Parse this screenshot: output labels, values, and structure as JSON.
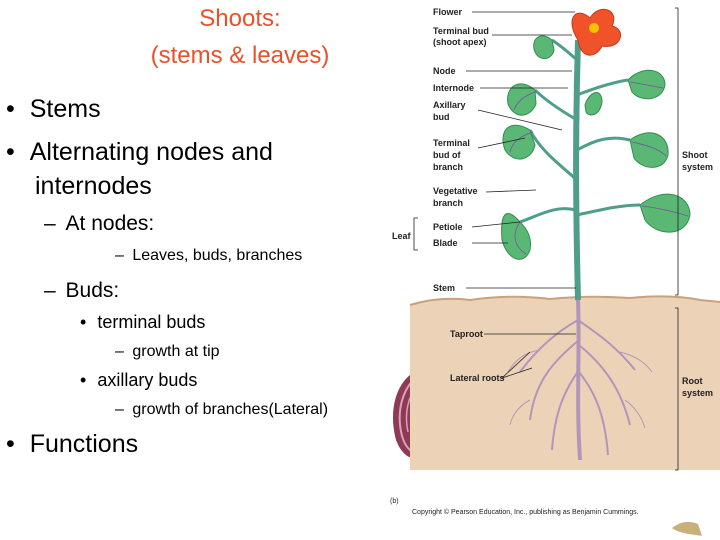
{
  "title": {
    "line1": "Shoots:",
    "line2": "(stems & leaves)"
  },
  "bullets": {
    "stems": "Stems",
    "alternating1": "Alternating nodes and",
    "alternating2": "internodes",
    "at_nodes": "At nodes:",
    "leaves_buds": "Leaves, buds, branches",
    "buds": "Buds:",
    "terminal_buds": "terminal buds",
    "growth_tip": "growth at tip",
    "axillary_buds": "axillary buds",
    "growth_branches": "growth of branches(Lateral)",
    "functions": "Functions"
  },
  "diagram": {
    "labels": {
      "flower": "Flower",
      "terminal_bud_1": "Terminal bud",
      "terminal_bud_2": "(shoot apex)",
      "node": "Node",
      "internode": "Internode",
      "axillary_1": "Axillary",
      "axillary_2": "bud",
      "term_branch_1": "Terminal",
      "term_branch_2": "bud of",
      "term_branch_3": "branch",
      "veg_1": "Vegetative",
      "veg_2": "branch",
      "petiole": "Petiole",
      "blade": "Blade",
      "leaf": "Leaf",
      "stem": "Stem",
      "taproot": "Taproot",
      "lateral_roots": "Lateral roots",
      "shoot_1": "Shoot",
      "shoot_2": "system",
      "root_1": "Root",
      "root_2": "system",
      "part_b": "(b)",
      "copyright": "Copyright © Pearson Education, Inc., publishing as Benjamin Cummings."
    },
    "colors": {
      "leaf": "#5ab874",
      "leaf_dark": "#2f8f52",
      "vein": "#7b4fa0",
      "stem": "#4f9e8a",
      "soil": "#e6c8a6",
      "root": "#a98bb0",
      "flower": "#f0522a"
    }
  }
}
